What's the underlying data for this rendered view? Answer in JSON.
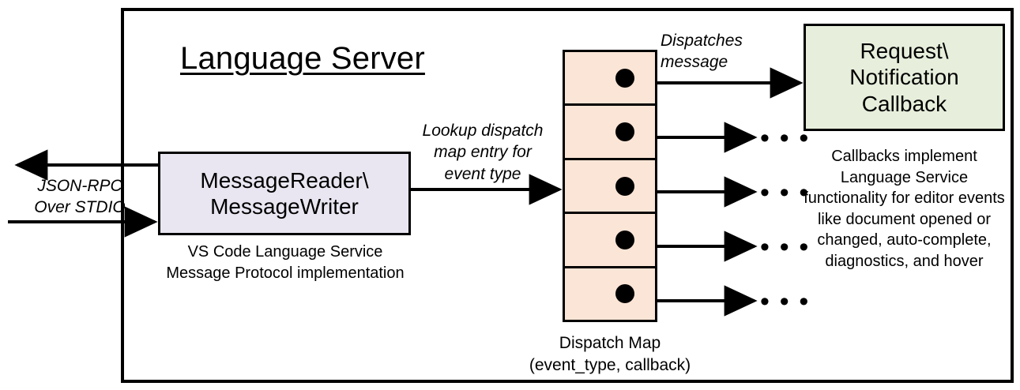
{
  "diagram": {
    "frame_label": "Language Server",
    "colors": {
      "message_box_fill": "#e9e6f1",
      "dispatch_map_fill": "#fbe5d6",
      "callback_box_fill": "#e7efdc",
      "stroke": "#000000",
      "background": "#ffffff"
    }
  },
  "message_box": {
    "line1": "MessageReader\\",
    "line2": "MessageWriter",
    "caption_line1": "VS Code Language Service",
    "caption_line2": "Message Protocol implementation"
  },
  "dispatch_map": {
    "caption_line1": "Dispatch Map",
    "caption_line2": "(event_type, callback)",
    "cell_count": 5,
    "cells": [
      {
        "index": 1,
        "dot": "dispatch-entry-dot"
      },
      {
        "index": 2,
        "dot": "dispatch-entry-dot"
      },
      {
        "index": 3,
        "dot": "dispatch-entry-dot"
      },
      {
        "index": 4,
        "dot": "dispatch-entry-dot"
      },
      {
        "index": 5,
        "dot": "dispatch-entry-dot"
      }
    ]
  },
  "callback_box": {
    "line1": "Request\\",
    "line2": "Notification",
    "line3": "Callback",
    "caption": "Callbacks implement Language Service functionality for editor events like document opened or changed, auto-complete, diagnostics, and hover"
  },
  "edge_labels": {
    "jsonrpc": "JSON-RPC\nOver STDIO",
    "lookup": "Lookup dispatch\nmap entry for\nevent type",
    "dispatches": "Dispatches\nmessage"
  },
  "ellipses": {
    "glyph": "• • •",
    "count": 4
  }
}
